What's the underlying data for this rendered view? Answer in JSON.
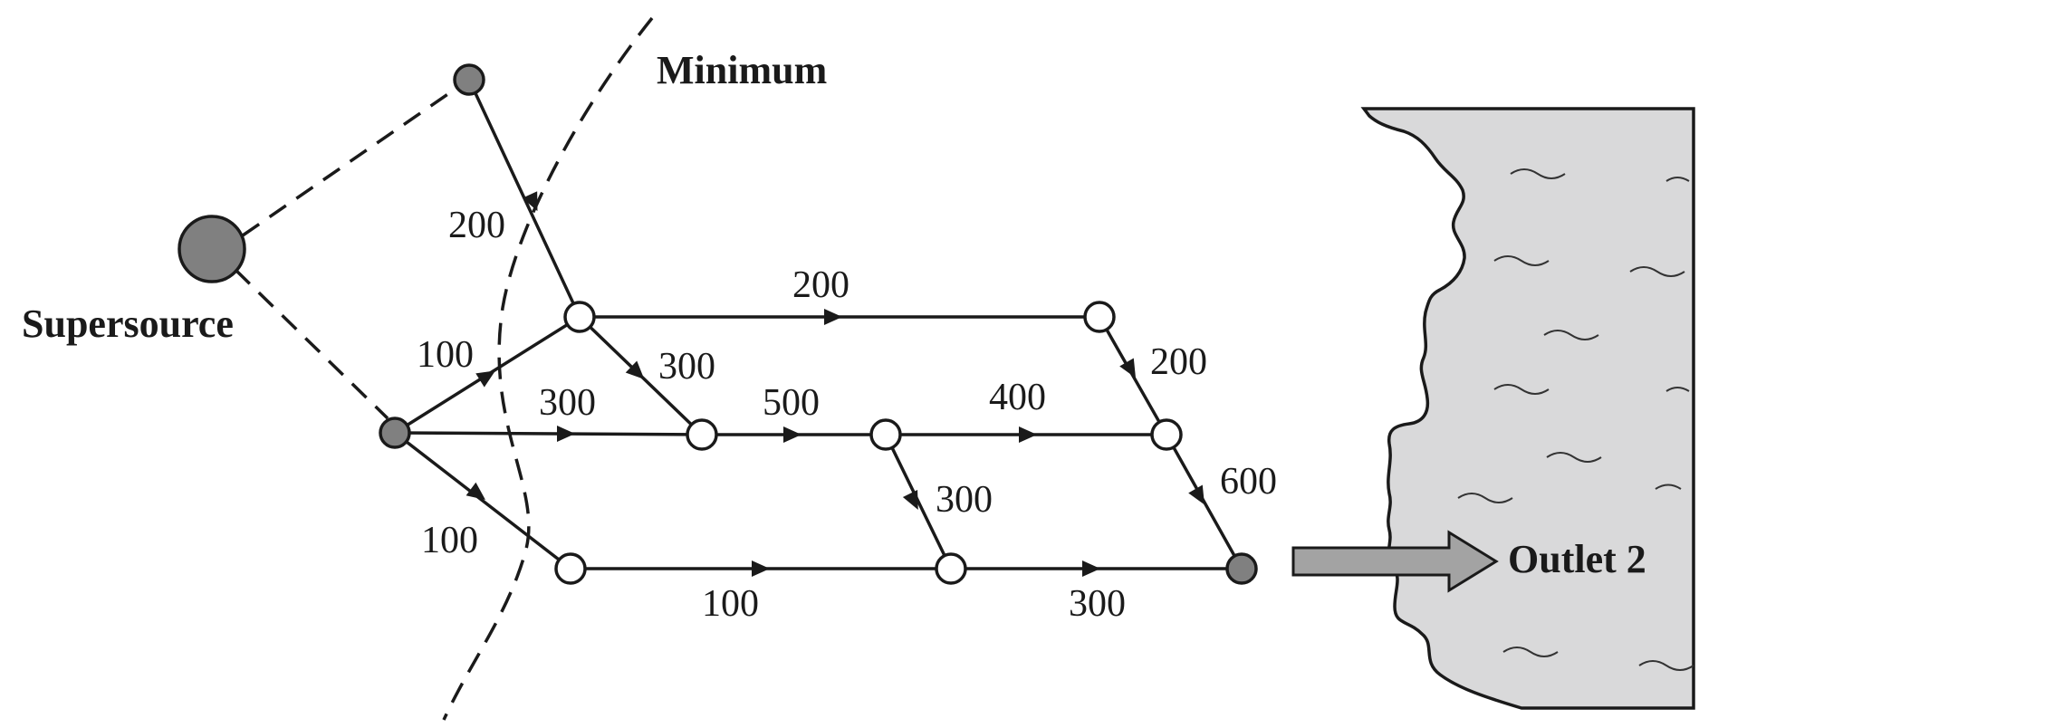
{
  "labels": {
    "minimum": "Minimum",
    "supersource": "Supersource",
    "outlet": "Outlet 2"
  },
  "edges": [
    {
      "id": "src-top-to-n1",
      "value": "200"
    },
    {
      "id": "left-to-n1",
      "value": "100"
    },
    {
      "id": "n1-to-n2",
      "value": "200"
    },
    {
      "id": "n1-to-m1",
      "value": "300"
    },
    {
      "id": "left-to-m1",
      "value": "300"
    },
    {
      "id": "m1-to-m2",
      "value": "500"
    },
    {
      "id": "m2-to-m3",
      "value": "400"
    },
    {
      "id": "n2-to-m3",
      "value": "200"
    },
    {
      "id": "m2-to-b2",
      "value": "300"
    },
    {
      "id": "m3-to-sink",
      "value": "600"
    },
    {
      "id": "left-to-b1",
      "value": "100"
    },
    {
      "id": "b1-to-b2",
      "value": "100"
    },
    {
      "id": "b2-to-sink",
      "value": "300"
    }
  ],
  "colors": {
    "line": "#1a1a1a",
    "source_node": "#808080",
    "water": "#d9d9da",
    "outlet_arrow": "#a3a3a3"
  }
}
